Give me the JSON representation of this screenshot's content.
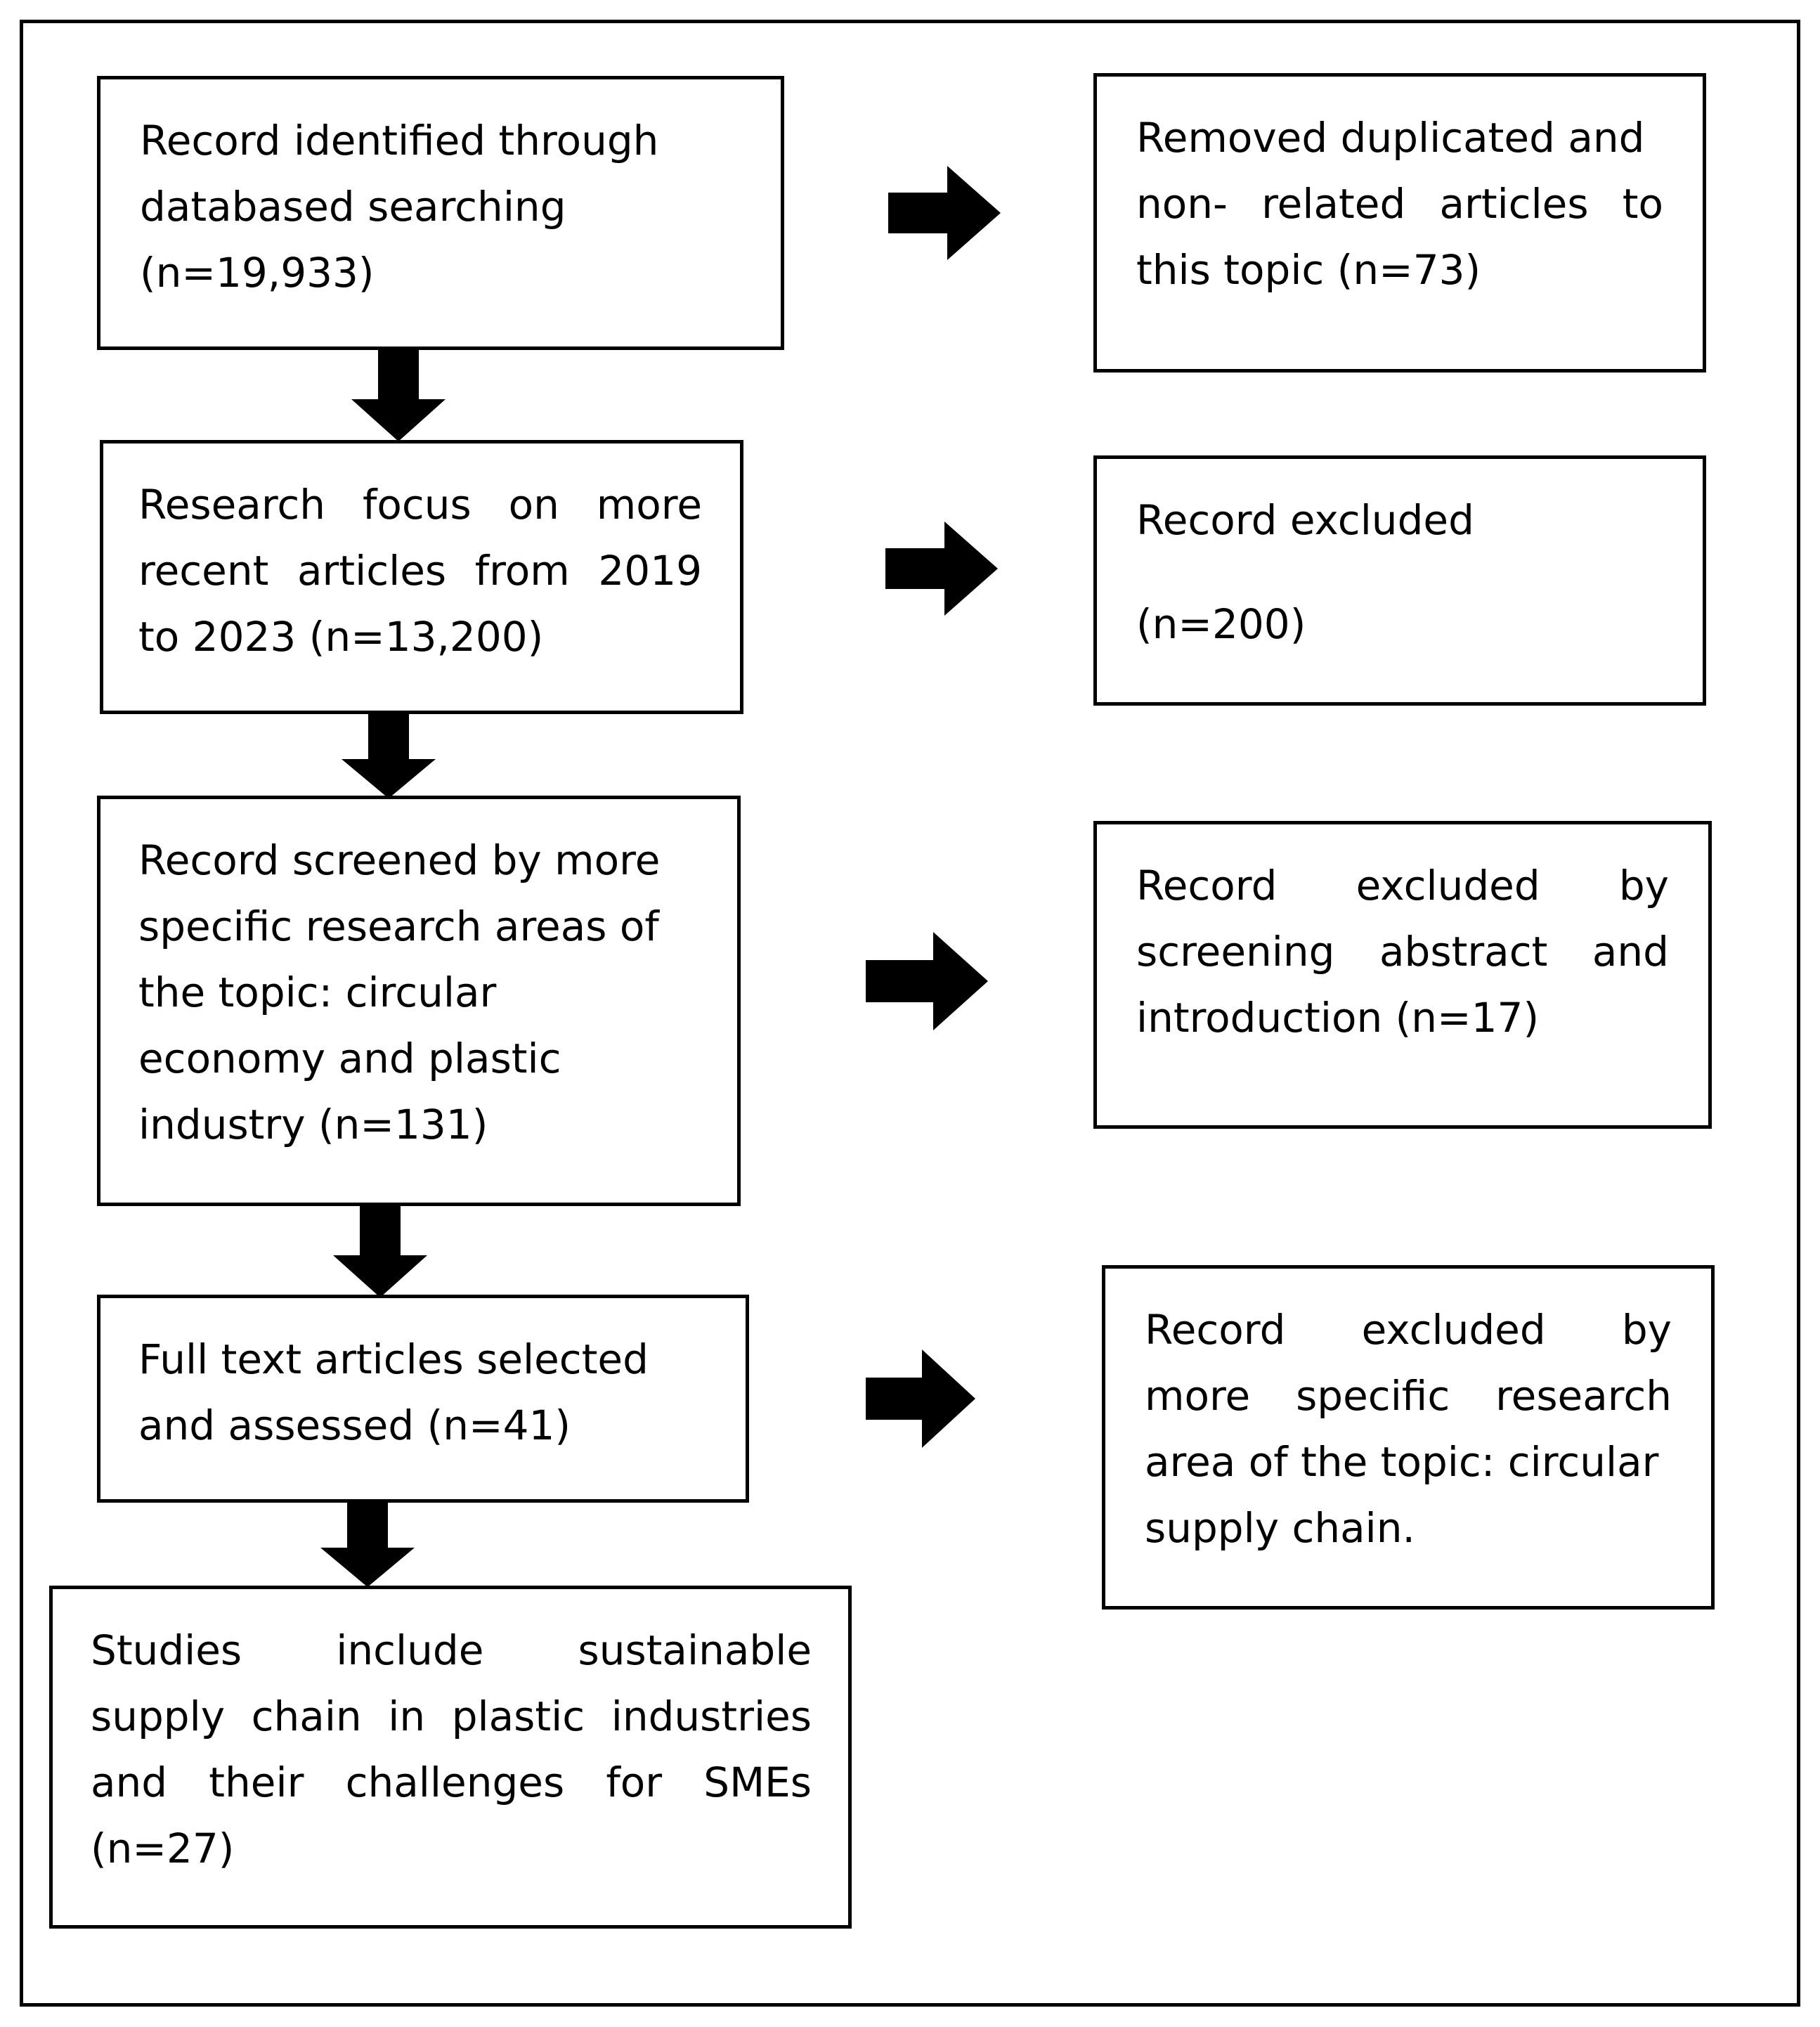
{
  "flow": {
    "left_boxes": [
      {
        "lines": [
          "Record identified through",
          "databased searching",
          "(n=19,933)"
        ]
      },
      {
        "lines": [
          "Research  focus  on  more",
          "recent  articles  from  2019",
          "to 2023 (n=13,200)"
        ]
      },
      {
        "lines": [
          "Record screened by more",
          "specific research areas of",
          "the topic: circular",
          "economy and plastic",
          "industry (n=131)"
        ]
      },
      {
        "lines": [
          "Full text articles selected",
          "and assessed (n=41)"
        ]
      },
      {
        "lines": [
          "Studies  include  sustainable",
          "supply chain in plastic industries",
          "and  their  challenges  for  SMEs",
          "(n=27)"
        ]
      }
    ],
    "right_boxes": [
      {
        "lines": [
          "Removed duplicated and",
          "non-  related  articles  to",
          "this topic (n=73)"
        ]
      },
      {
        "lines": [
          "Record excluded",
          "(n=200)"
        ]
      },
      {
        "lines": [
          "Record  excluded  by",
          "screening  abstract  and",
          "introduction (n=17)"
        ]
      },
      {
        "lines": [
          "Record  excluded  by",
          "more  specific  research",
          "area of the topic: circular",
          "supply chain."
        ]
      }
    ]
  },
  "colors": {
    "stroke": "#000000",
    "arrow_fill": "#000000",
    "background": "#ffffff"
  }
}
